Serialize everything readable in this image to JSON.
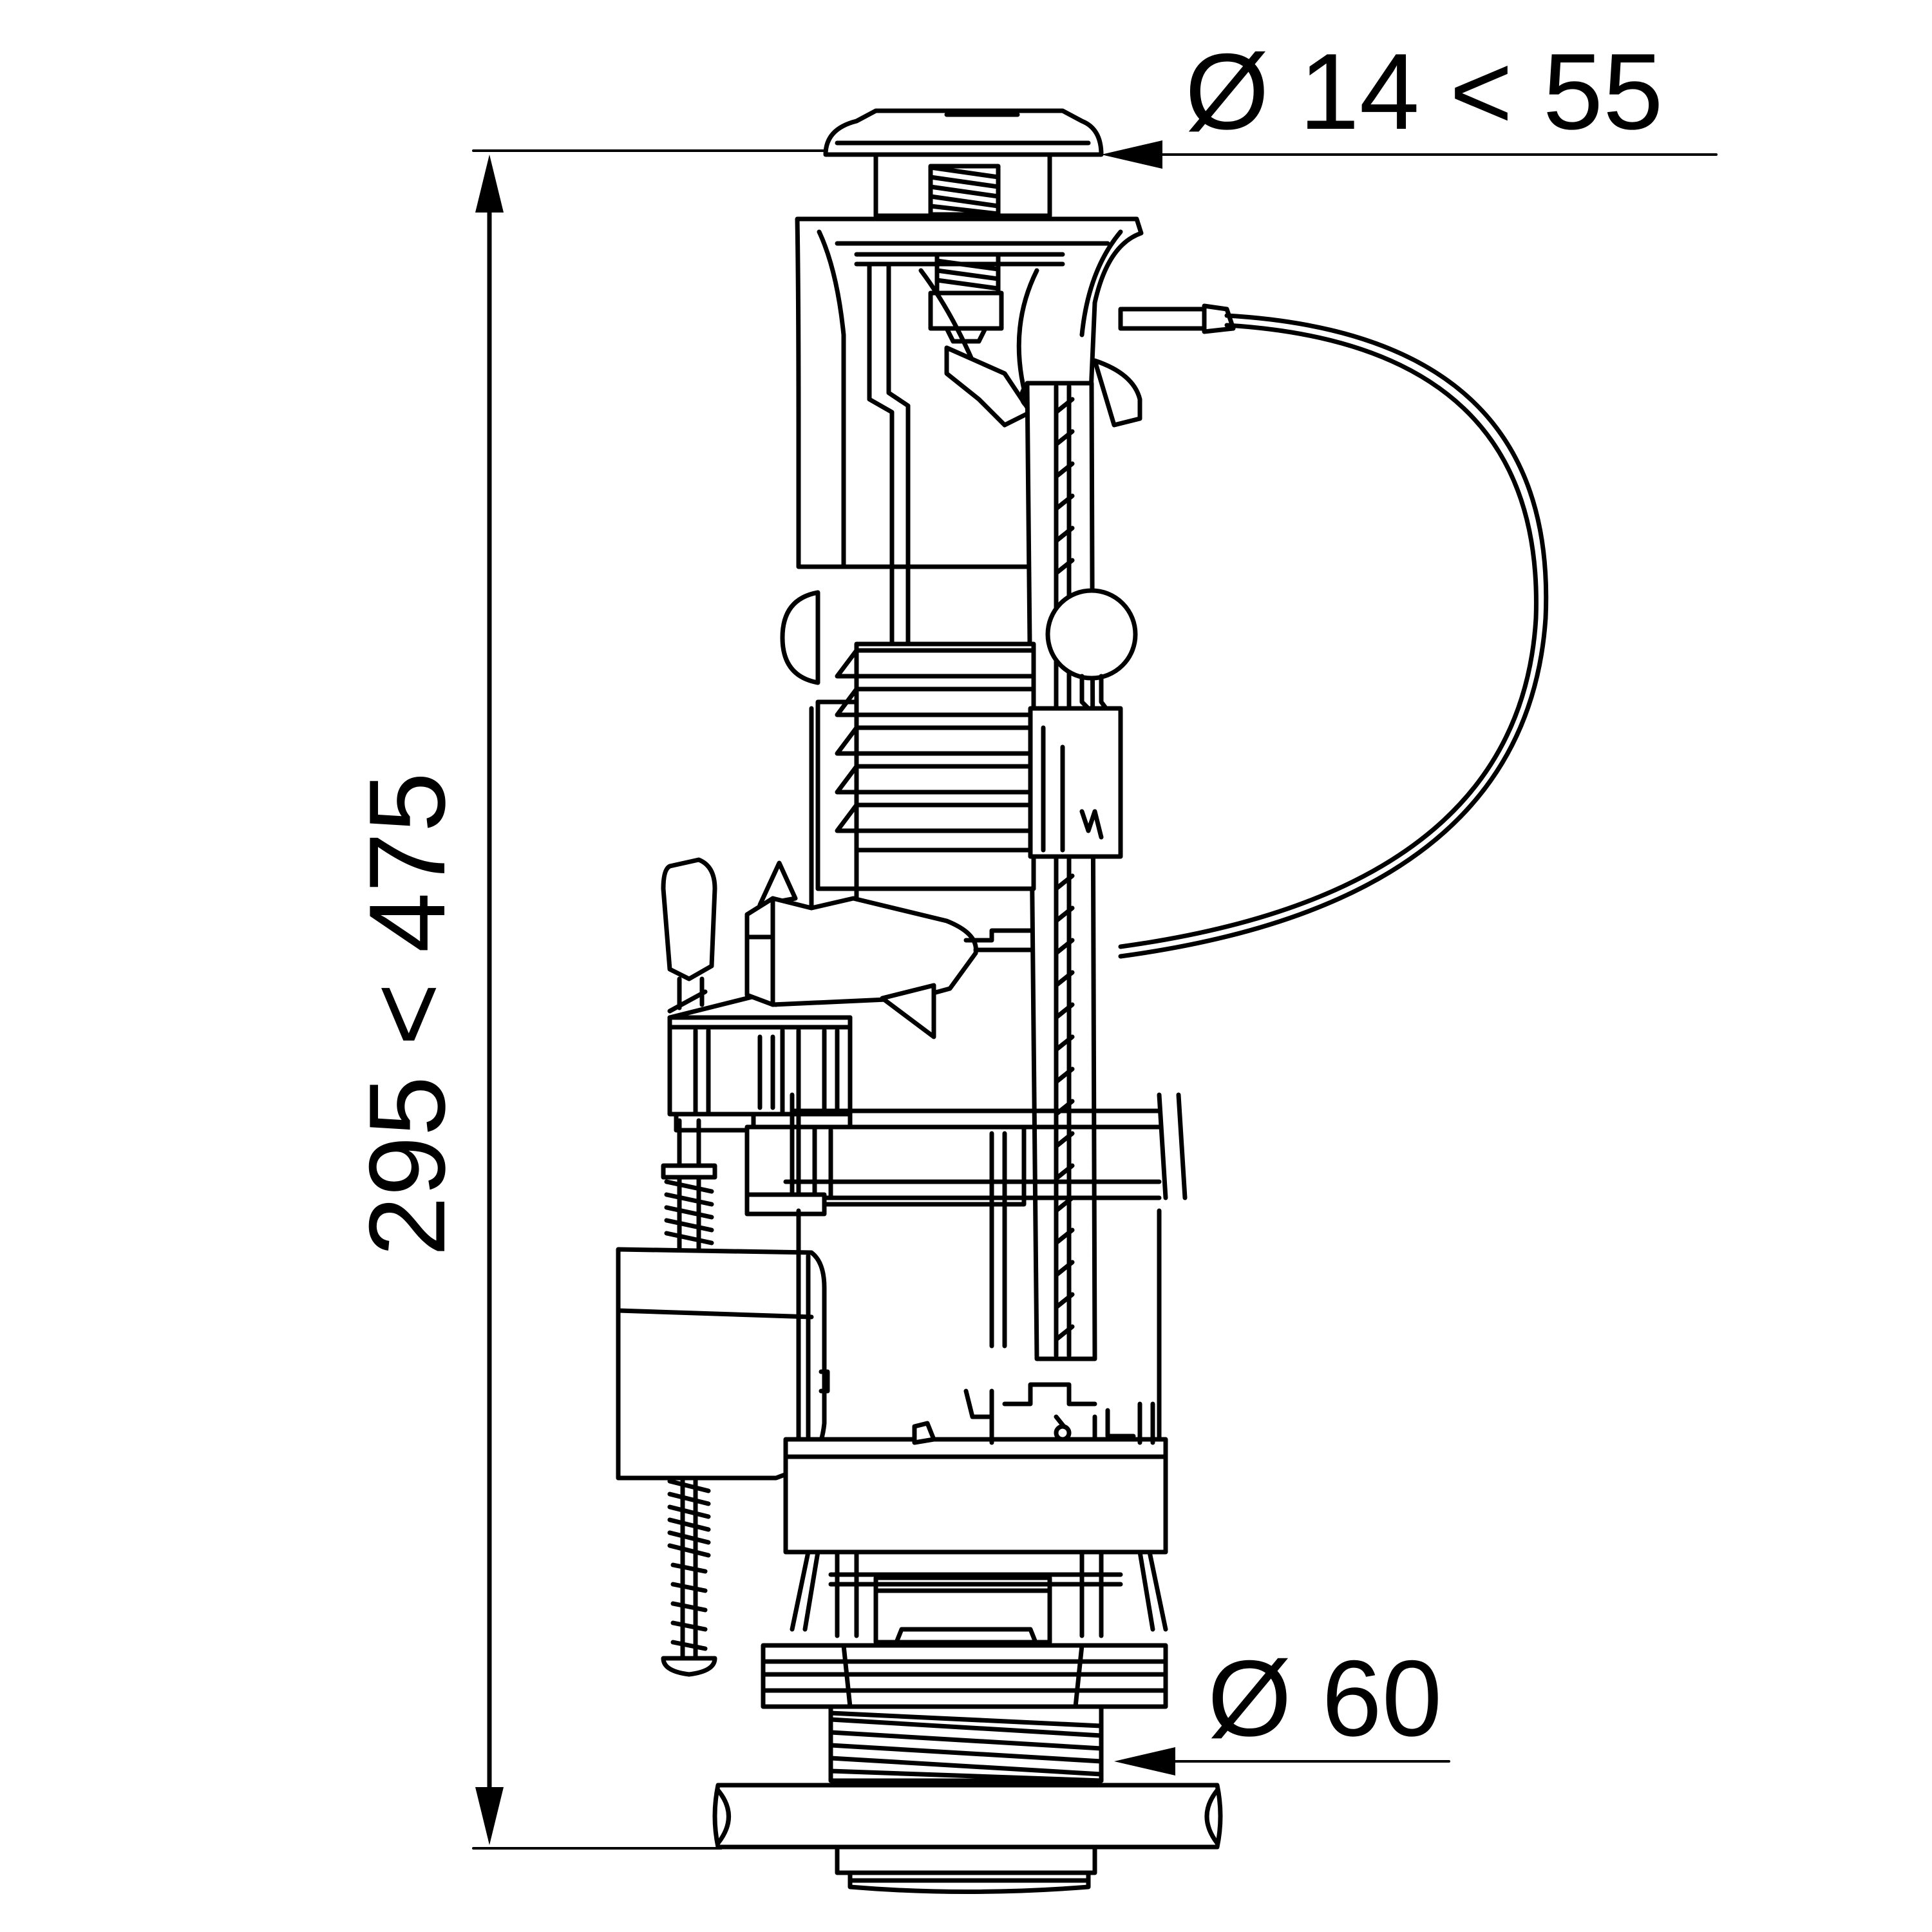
{
  "dimensions": {
    "top_diameter": "Ø 14 < 55",
    "bottom_diameter": "Ø 60",
    "height": "295 < 475"
  }
}
